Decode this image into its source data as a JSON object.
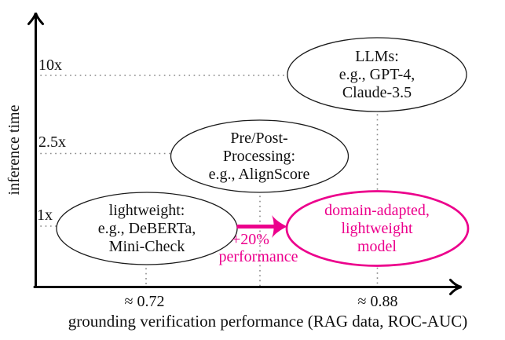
{
  "axes": {
    "y_label": "inference time",
    "y_ticks": [
      "10x",
      "2.5x",
      "1x"
    ],
    "x_ticks": [
      "≈ 0.72",
      "≈ 0.88"
    ],
    "x_label": "grounding verification performance (RAG data, ROC-AUC)"
  },
  "nodes": {
    "llms": {
      "lines": [
        "LLMs:",
        "e.g., GPT-4,",
        "Claude-3.5"
      ]
    },
    "prepost": {
      "lines": [
        "Pre/Post-",
        "Processing:",
        "e.g., AlignScore"
      ]
    },
    "lightweight": {
      "lines": [
        "lightweight:",
        "e.g., DeBERTa,",
        "Mini-Check"
      ]
    },
    "domain": {
      "lines": [
        "domain-adapted,",
        "lightweight",
        "model"
      ]
    }
  },
  "arrow": {
    "label_lines": [
      "+20%",
      "performance"
    ]
  },
  "colors": {
    "accent": "#ec008c",
    "ink": "#111111",
    "dotted_guide": "#8a8a8a"
  },
  "chart_data": {
    "type": "scatter",
    "title": "",
    "xlabel": "grounding verification performance (RAG data, ROC-AUC)",
    "ylabel": "inference time",
    "x_ticks": [
      "≈ 0.72",
      "≈ 0.88"
    ],
    "y_ticks": [
      "1x",
      "2.5x",
      "10x"
    ],
    "grid": "dotted guide lines from each point to both axes",
    "legend": "none",
    "points": [
      {
        "label": "lightweight: e.g., DeBERTa, Mini-Check",
        "x": "≈ 0.72",
        "y": "1x",
        "highlight": false
      },
      {
        "label": "Pre/Post-Processing: e.g., AlignScore",
        "x": "≈ 0.80 (estimated, unlabeled)",
        "y": "2.5x",
        "highlight": false
      },
      {
        "label": "LLMs: e.g., GPT-4, Claude-3.5",
        "x": "≈ 0.88",
        "y": "10x",
        "highlight": false
      },
      {
        "label": "domain-adapted, lightweight model",
        "x": "≈ 0.88",
        "y": "1x",
        "highlight": true
      }
    ],
    "annotations": [
      {
        "type": "arrow",
        "text": "+20% performance",
        "from": "lightweight: e.g., DeBERTa, Mini-Check",
        "to": "domain-adapted, lightweight model",
        "color": "#ec008c"
      }
    ]
  }
}
